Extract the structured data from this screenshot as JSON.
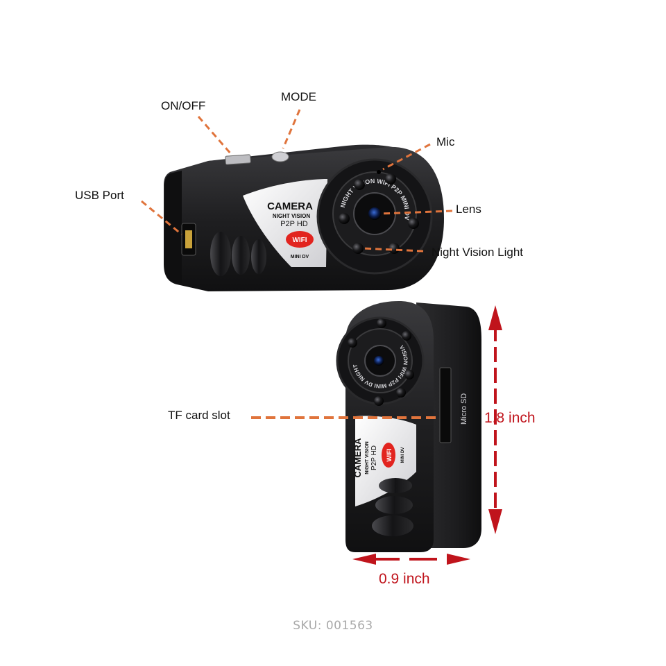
{
  "colors": {
    "leader": "#e0743c",
    "dimension": "#c0141c",
    "body": "#1f1f21",
    "wifi_badge": "#e2241f"
  },
  "labels": {
    "on_off": "ON/OFF",
    "mode": "MODE",
    "mic": "Mic",
    "usb_port": "USB Port",
    "lens": "Lens",
    "night_vision_light": "Night Vision Light",
    "tf_card_slot": "TF card slot"
  },
  "dimensions": {
    "height": "1.8 inch",
    "width": "0.9 inch"
  },
  "device_markings": {
    "camera": "CAMERA",
    "night_vision": "NIGHT VISION",
    "p2p_hd": "P2P HD",
    "wifi": "WIFI",
    "mini_dv": "MINI DV",
    "micro_sd": "Micro SD"
  },
  "footer": {
    "sku": "SKU: 001563"
  }
}
